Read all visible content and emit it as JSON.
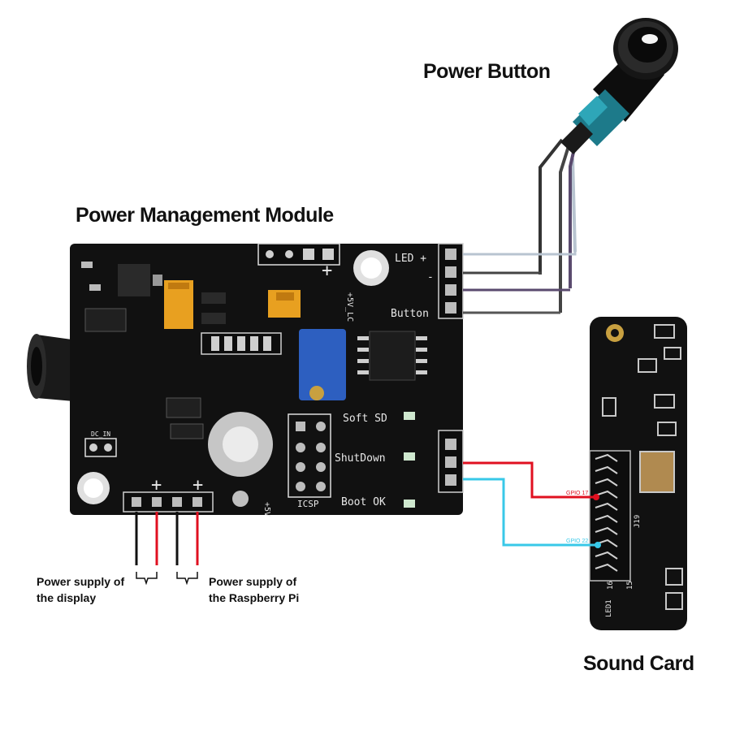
{
  "titles": {
    "power_button": "Power Button",
    "module": "Power Management Module",
    "sound_card": "Sound Card"
  },
  "captions": {
    "display_line1": "Power supply of",
    "display_line2": "the display",
    "pi_line1": "Power supply of",
    "pi_line2": "the Raspberry Pi"
  },
  "pcb_labels": {
    "led_plus": "LED +",
    "led_minus": "-",
    "button": "Button",
    "soft_sd": "Soft SD",
    "shutdown": "ShutDown",
    "boot_ok": "Boot OK",
    "icsp": "ICSP",
    "dc_in": "DC_IN",
    "plus_5v": "+5V",
    "plus_5v_lc": "+5V_LC",
    "plus": "+"
  },
  "gpio_labels": {
    "gpio17": "GPIO 17",
    "gpio22": "GPIO 22"
  },
  "sound_card_labels": {
    "j19": "J19",
    "led1": "LED1",
    "pin16": "16",
    "pin15": "15"
  },
  "colors": {
    "pcb": "#111111",
    "wire_led_plus": "#b8c4d0",
    "wire_led_minus": "#444444",
    "wire_purple": "#5a4a6e",
    "wire_button": "#555555",
    "wire_gpio17": "#e01020",
    "wire_gpio22": "#38c8e8",
    "pot_blue": "#2d5fc0",
    "cap_orange": "#e8a020"
  }
}
